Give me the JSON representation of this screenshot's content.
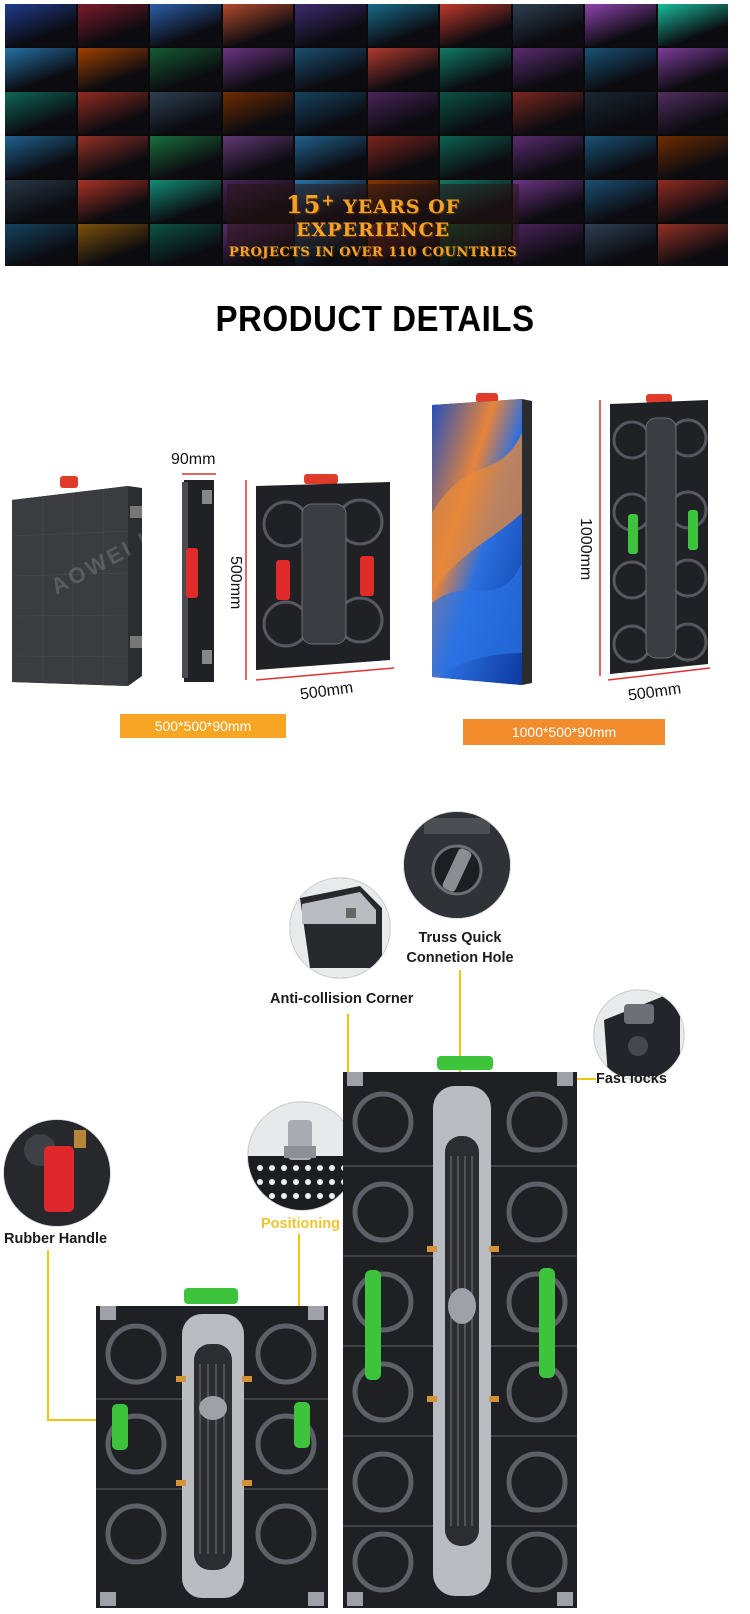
{
  "banner": {
    "line1_number": "15",
    "line1_sup": "+",
    "line1_text": "YEARS OF EXPERIENCE",
    "line2_text": "PROJECTS IN OVER 110 COUNTRIES",
    "tile_colors": [
      "#1f3c8c",
      "#7b1a2a",
      "#2a5ea8",
      "#b34a2d",
      "#3d2b6e",
      "#186a8a",
      "#c0392b",
      "#2c3e50",
      "#8e44ad",
      "#1abc9c",
      "#2471a3",
      "#a04000",
      "#145a32",
      "#6c3483",
      "#1b4f72",
      "#b03a2e",
      "#117a65",
      "#5b2c6f",
      "#1a5276",
      "#7d3c98",
      "#0e6655",
      "#922b21",
      "#2e4053",
      "#6e2c00",
      "#154360",
      "#4a235a",
      "#0b5345",
      "#78281f",
      "#1b2631",
      "#512e5f",
      "#1f618d",
      "#943126",
      "#196f3d",
      "#633974",
      "#21618c",
      "#7b241c",
      "#0e6251",
      "#5b2c6f",
      "#1a5276",
      "#6e2c00",
      "#283747",
      "#a93226",
      "#138d75",
      "#4a235a",
      "#2874a6",
      "#873600",
      "#117864",
      "#6c3483",
      "#1b4f72",
      "#922b21",
      "#154360",
      "#7e5109",
      "#0b5345",
      "#5b2c6f",
      "#1a5276",
      "#78281f",
      "#145a32",
      "#4a235a",
      "#2e4053",
      "#943126"
    ]
  },
  "headline": "PRODUCT DETAILS",
  "dimensions": {
    "depth_label": "90mm",
    "height_label_small": "500mm",
    "width_label_small": "500mm",
    "height_label_large": "1000mm",
    "width_label_large": "500mm",
    "badge_small": "500*500*90mm",
    "badge_large": "1000*500*90mm",
    "watermark": "AOWEI LED"
  },
  "features": {
    "truss_line1": "Truss Quick",
    "truss_line2": "Connetion Hole",
    "anti_collision": "Anti-collision Corner",
    "fast_locks": "Fast locks",
    "rubber_handle": "Rubber Handle",
    "positioning_pin": "Positioning Pin"
  },
  "colors": {
    "accent_yellow": "#f1c40f",
    "badge_orange": "#f6a623",
    "handle_green": "#3ec43c",
    "handle_red": "#e02b2b",
    "cabinet_dark": "#1e2024"
  }
}
